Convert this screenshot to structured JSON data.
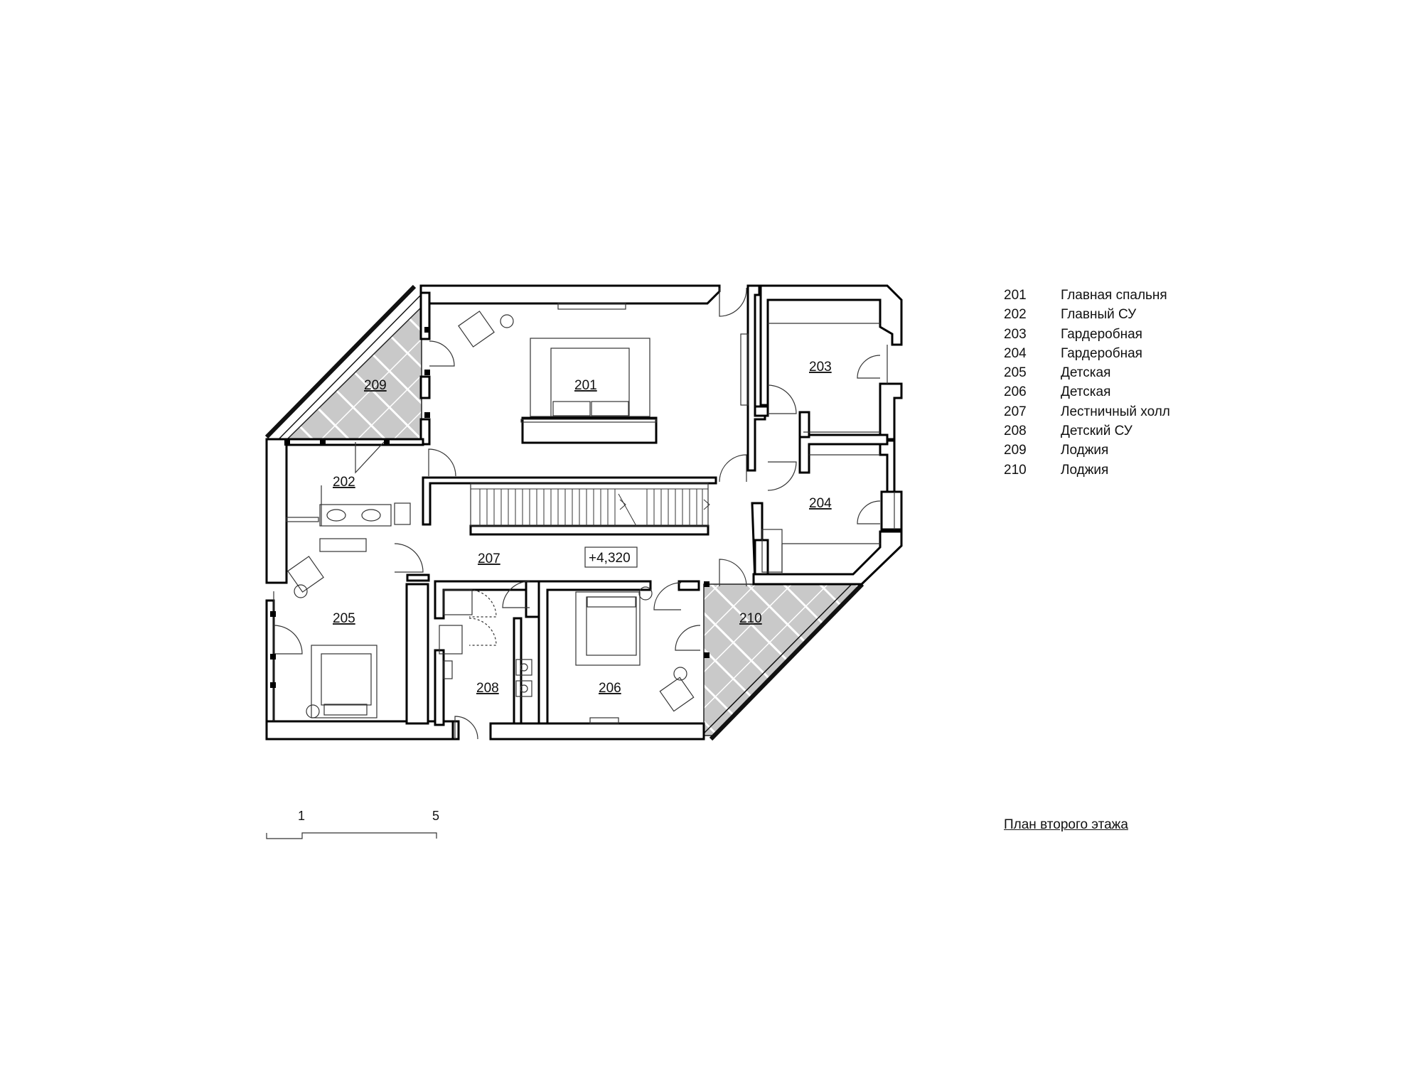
{
  "rooms": [
    {
      "id": "201",
      "label": "201"
    },
    {
      "id": "202",
      "label": "202"
    },
    {
      "id": "203",
      "label": "203"
    },
    {
      "id": "204",
      "label": "204"
    },
    {
      "id": "205",
      "label": "205"
    },
    {
      "id": "206",
      "label": "206"
    },
    {
      "id": "207",
      "label": "207"
    },
    {
      "id": "208",
      "label": "208"
    },
    {
      "id": "209",
      "label": "209"
    },
    {
      "id": "210",
      "label": "210"
    }
  ],
  "level_mark": "+4,320",
  "legend": [
    {
      "num": "201",
      "name": "Главная спальня"
    },
    {
      "num": "202",
      "name": "Главный СУ"
    },
    {
      "num": "203",
      "name": "Гардеробная"
    },
    {
      "num": "204",
      "name": "Гардеробная"
    },
    {
      "num": "205",
      "name": "Детская"
    },
    {
      "num": "206",
      "name": "Детская"
    },
    {
      "num": "207",
      "name": "Лестничный холл"
    },
    {
      "num": "208",
      "name": "Детский СУ"
    },
    {
      "num": "209",
      "name": "Лоджия"
    },
    {
      "num": "210",
      "name": "Лоджия"
    }
  ],
  "scale": {
    "start": "1",
    "end": "5"
  },
  "caption": "План второго этажа"
}
